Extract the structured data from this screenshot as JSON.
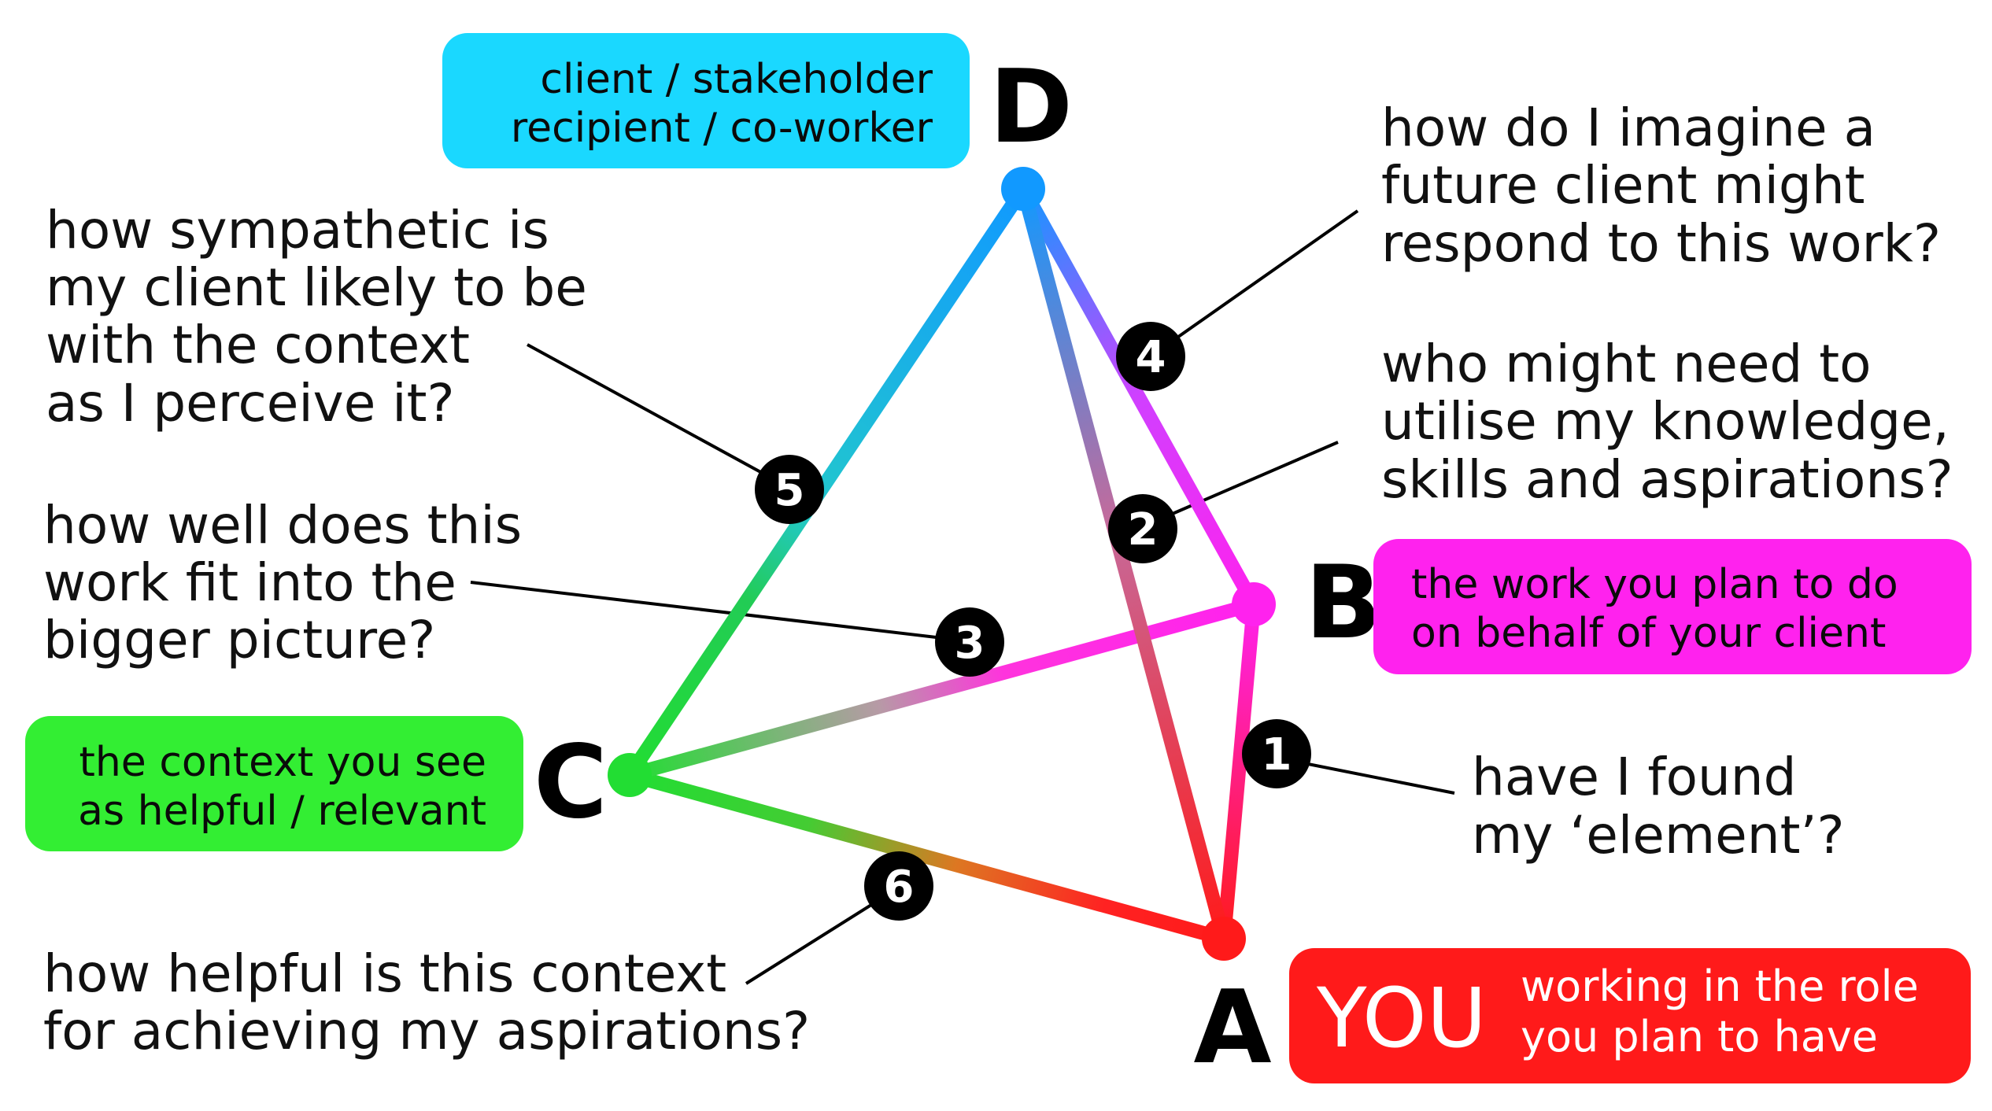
{
  "vertices": {
    "A": {
      "label": "A",
      "color": "#ff1a1a"
    },
    "B": {
      "label": "B",
      "color": "#ff22ee"
    },
    "C": {
      "label": "C",
      "color": "#22dd33"
    },
    "D": {
      "label": "D",
      "color": "#1199ff"
    }
  },
  "boxes": {
    "D": {
      "lines": [
        "client / stakeholder",
        "recipient / co-worker"
      ],
      "color": "#1ad8ff"
    },
    "B": {
      "lines": [
        "the work you plan to do",
        "on behalf of your client"
      ],
      "color": "#ff22ee"
    },
    "C": {
      "lines": [
        "the context you see",
        "as helpful / relevant"
      ],
      "color": "#33ee33"
    },
    "A": {
      "you": "YOU",
      "lines": [
        "working in the role",
        "you plan to have"
      ],
      "color": "#ff1a1a"
    }
  },
  "edges": [
    {
      "id": "AB",
      "number": "1",
      "question": [
        "have I found",
        "my ‘element’?"
      ]
    },
    {
      "id": "AD",
      "number": "2",
      "question": [
        "who might need to",
        "utilise my knowledge,",
        "skills and aspirations?"
      ]
    },
    {
      "id": "BC",
      "number": "3",
      "question": [
        "how well does this",
        "work fit into the",
        "bigger picture?"
      ]
    },
    {
      "id": "BD",
      "number": "4",
      "question": [
        "how do I imagine a",
        "future client might",
        "respond to this work?"
      ]
    },
    {
      "id": "CD",
      "number": "5",
      "question": [
        "how sympathetic is",
        "my client likely to be",
        "with the context",
        "as I perceive it?"
      ]
    },
    {
      "id": "AC",
      "number": "6",
      "question": [
        "how helpful is this context",
        "for achieving my aspirations?"
      ]
    }
  ]
}
